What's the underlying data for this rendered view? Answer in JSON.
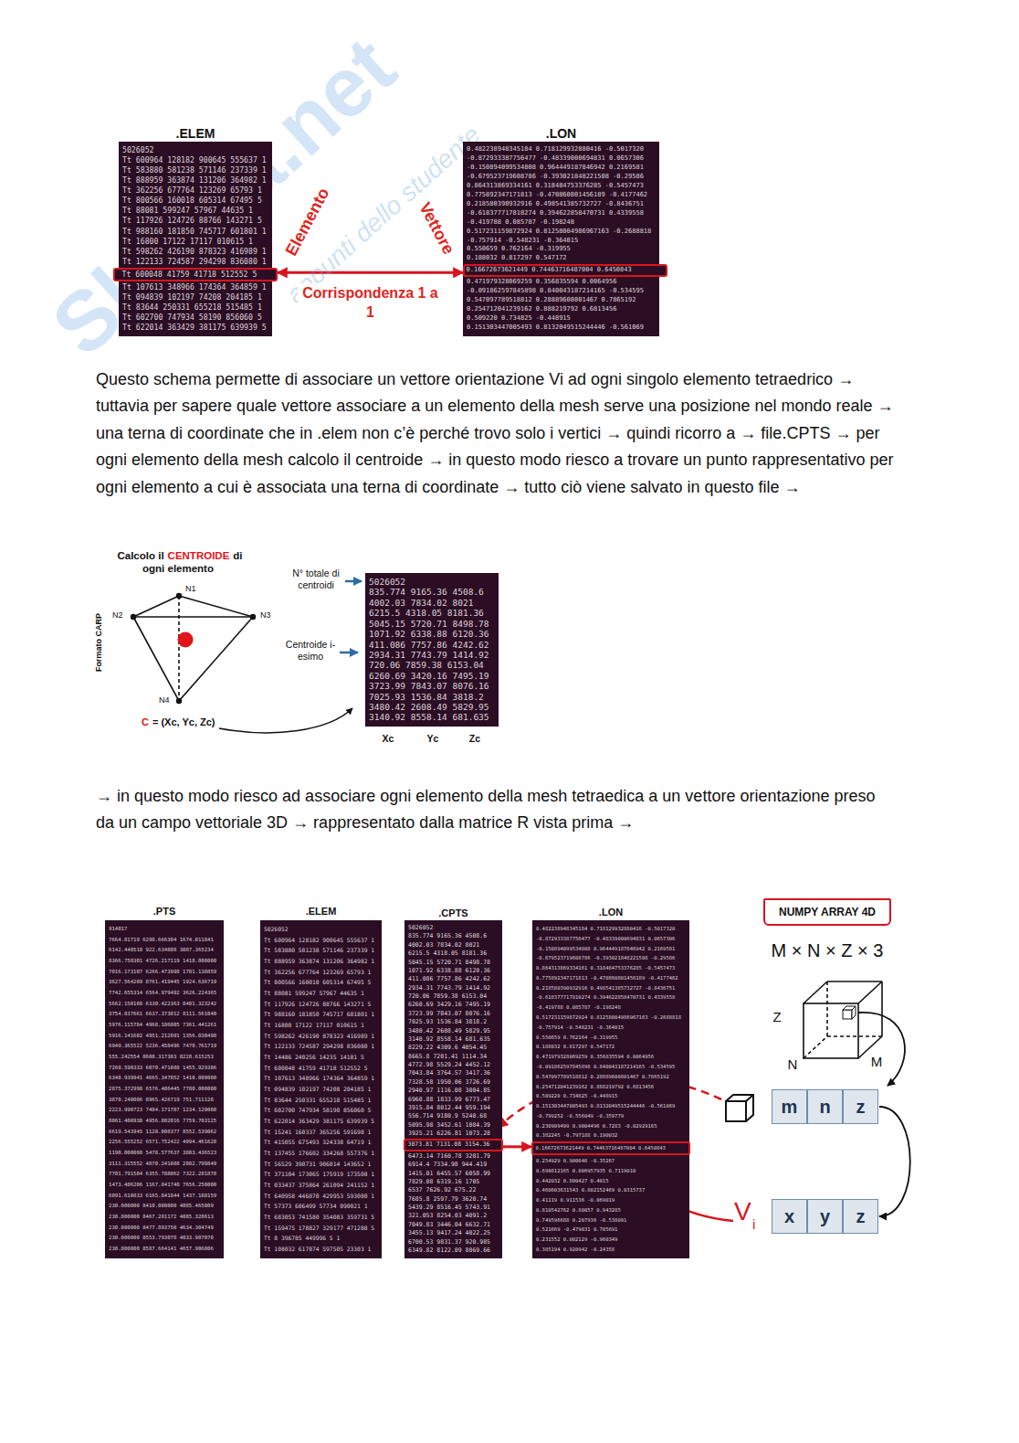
{
  "diagram": {
    "nodes": [
      {
        "text": [
          ".ELEM",
          "5026052",
          "Tt 600964 128182 900645 555637 1",
          "Tt 583880 581238 571146 237339 1",
          "Tt 888959 363874 131206 364982 1",
          "Tt 362256 677764 123269 65793 1",
          "Tt 800566 160018 605314 67495 5",
          "Tt 88081 599247 57967 44635 1",
          "Tt 117926 124726 88766 143271 5",
          "Tt 988160 181850 745717 601801 1",
          "Tt 16800 17122 17117 010615 1",
          "Tt 598262 426190 878323 416989 1",
          "Tt 122133 724587 294298 836080 1",
          "Tt 107613 348966 174364 364859 1",
          "Tt 094839 102197 74208 204185 1",
          "Tt 83644 250331 655218 515485 1",
          "Tt 602700 747934 58190 856060 5",
          "Tt 622014 363429 381175 639939 5"
        ]
      },
      {
        "text": [
          "Tt 600048 41759 41718 512552 5"
        ],
        "in": 0
      },
      {
        "text": [
          ".LON",
          "0.482238948345184 0.718129932880416 -0.5017320",
          "-0.872933387756477 -0.48339000694831 0.0657306",
          "-0.150894099534808 0.964449187846942 0.2169581",
          "-0.679523719608786 -0.393021848221508 -0.29586",
          "0.864313869334161 0.318484753376285 -0.5457473",
          "0.775892347171813 -0.470860801456189 -0.4177462",
          "0.218580390932916 0.498541385732727 -0.8436751",
          "-0.618377717810274 0.394622858470731 0.4339558",
          "-0.419788 0.085787 -0.198248",
          "0.517231159872924 0.81258004986967163 -0.2688818",
          "-0.757914 -0.548231 -0.364015",
          "0.550659 0.762164 -0.319955",
          "0.188032 0.817297 0.547172",
          "0.471979328069259 0.356835594 0.0064956",
          "-0.091862597845898 0.840043187214165 -0.534595",
          "0.547097789518812 0.28889600801467 0.7865192",
          "0.254712041239162 0.888219792 0.6813456",
          "0.509220 0.734825 -0.448915",
          "0.151303447005493 0.8132049515244446 -0.561069"
        ]
      },
      {
        "text": [
          "0.16672673621449 0.74463716487004 0.6450843"
        ],
        "in": 2
      },
      {
        "text": [
          "5026052",
          "835.774 9165.36 4508.6",
          "4002.03 7834.02 8021",
          "6215.5 4318.05 8181.36",
          "5045.15 5720.71 8498.78",
          "1071.92 6338.88 6120.36",
          "411.086 7757.86 4242.62",
          "2934.31 7743.79 1414.92",
          "720.06 7859.38 6153.04",
          "6260.69 3420.16 7495.19",
          "3723.99 7843.07 8076.16",
          "7025.93 1536.84 3818.2",
          "3480.42 2608.49 5829.95",
          "3140.92 8558.14 681.635"
        ]
      },
      {
        "text": [
          ".PTS",
          "914017",
          "7664.81719 6298.666304 1674.011841",
          "6142.440518 922.634808 3087.365234",
          "8366.758301 4726.217119 1418.000000",
          "7016.173107 6266.473998 1781.138859",
          "3627.564209 8761.419445 1924.636719",
          "7742.655314 6564.979492 3626.224365",
          "5662.150108 6330.422363 8401.323242",
          "3754.837661 6637.373012 8111.561040",
          "5976.115784 4968.186005 7361.441261",
          "5916.141602 4951.212891 1356.030498",
          "6949.365522 5236.458496 7470.761719",
          "555.242554 8600.317383 8228.615253",
          "7260.590333 6070.471088 1455.929386",
          "6340.939941 4665.347852 1410.000000",
          "2875.372998 6576.486445 7780.000000",
          "3870.240006 8965.426719 751.711128",
          "2223.990723 7484.171787 1234.120008",
          "8061.400938 4956.802016 7759.703125",
          "6619.543945 1128.008377 8552.539062",
          "2256.555252 6571.752422 4094.461628",
          "1190.000000 5478.577637 3803.436523",
          "3111.315552 4870.241088 2082.799849",
          "7701.791504 6355.788062 7322.281878",
          "1473.486206 1167.841748 7656.250000",
          "6091.610833 6165.841844 1437.188159",
          "230.000000 8410.000000 4085.465009",
          "230.000000 8467.281172 4085.328613",
          "230.000000 8477.893750 4634.304749",
          "230.000000 8553.793078 4033.907070",
          "230.000000 8587.664141 4657.906006"
        ]
      },
      {
        "text": [
          ".ELEM",
          "5026052",
          "Tt 600964 128182 900645 555637 1",
          "Tt 583880 581238 571146 237339 1",
          "Tt 888959 363874 131206 364982 1",
          "Tt 362256 677764 123269 65793 1",
          "Tt 800566 160018 605314 67495 5",
          "Tt 88081 599247 57967 44635 1",
          "Tt 117926 124726 88766 143271 5",
          "Tt 988160 181850 745717 601801 1",
          "Tt 16800 17122 17117 010615 1",
          "Tt 598262 426190 878323 416989 1",
          "Tt 122133 724587 294298 836080 1",
          "Tt 14486 240256 14235 14181 5",
          "Tt 600048 41759 41718 512552 5",
          "Tt 107613 348966 174364 364859 1",
          "Tt 094839 102197 74208 204185 1",
          "Tt 83644 250331 655218 515485 1",
          "Tt 602700 747934 58190 856060 5",
          "Tt 622014 363429 381175 639939 5",
          "Tt 15241 160337 365256 591698 1",
          "Tt 415055 675493 324338 64719 1",
          "Tt 137455 176602 334268 557376 1",
          "Tt 56529 390731 906014 143652 1",
          "Tt 371104 173065 175919 173508 1",
          "Tt 033437 375864 261094 241152 1",
          "Tt 640958 446070 429953 593080 1",
          "Tt 57373 606499 57734 090021 1",
          "Tt 683053 741580 354083 359731 5",
          "Tt 159475 178827 329177 471288 5",
          "Tt 8 396785 449996 5 1",
          "Tt 108032 617074 597505 23303 1"
        ]
      },
      {
        "text": [
          ".CPTS",
          "5026052",
          "835.774 9165.36 4508.6",
          "4002.03 7834.02 8021",
          "6215.5 4318.05 8181.36",
          "5045.15 5720.71 8498.78",
          "1071.92 6338.88 6120.36",
          "411.086 7757.86 4242.62",
          "2934.31 7743.79 1414.92",
          "720.06 7859.38 6153.04",
          "6260.69 3429.16 7495.19",
          "3723.99 7843.07 8076.16",
          "7025.93 1536.84 3818.2",
          "3480.42 2608.49 5829.95",
          "3140.92 8558.14 681.635",
          "8229.22 4309.6 4054.45",
          "8665.8 7201.41 1114.34",
          "4772.98 5529.24 4452.12",
          "7043.84 3764.57 3417.36",
          "7328.58 1950.06 3726.69",
          "2940.97 1116.08 3004.85",
          "6960.88 1833.99 6773.47",
          "3915.84 8012.44 959.194",
          "556.714 9180.9 5240.68",
          "5095.98 3452.61 1084.39",
          "3925.21 6226.81 1073.28",
          "6473.14 7160.78 3201.79",
          "6914.4 7334.98 944.419",
          "1415.01 6455.57 6058.99",
          "7829.08 6319.16 1705",
          "6537 7626.92 675.22",
          "7685.8 2597.79 3620.74",
          "5439.29 8516.45 5743.91",
          "321.053 8254.03 4091.2",
          "7049.83 3446.04 6632.71",
          "3455.13 9417.24 4022.25",
          "6700.53 9831.37 920.985",
          "6349.82 8122.09 8069.66"
        ]
      },
      {
        "text": [
          "3073.81 7131.08 3154.36"
        ],
        "in": 7
      },
      {
        "text": [
          ".LON",
          "0.482238948345184 0.718129932880416 -0.5017320",
          "-0.872933387756477 -0.48339000694831 0.0657306",
          "-0.150894099534808 0.964449187846942 0.2169581",
          "-0.679523719608786 -0.393021848221508 -0.29586",
          "0.864313869334161 0.318484753376285 -0.5457473",
          "0.775892347171813 -0.470860801456189 -0.4177462",
          "0.218580390932916 0.498541385732727 -0.8436751",
          "-0.618377717810274 0.394622858470731 0.4339558",
          "-0.419788 0.085787 -0.198248",
          "0.517231159872924 0.81258004986967163 -0.2688818",
          "-0.757914 -0.548231 -0.364015",
          "0.550659 0.762164 -0.319955",
          "0.188032 0.817297 0.547172",
          "0.471979328069259 0.356835594 0.0064956",
          "-0.091862597845898 0.840043187214165 -0.534595",
          "0.547097789518812 0.28889600801467 0.7865192",
          "0.254712041239162 0.888219792 0.6813456",
          "0.509220 0.734825 -0.448915",
          "0.151303447005493 0.8132049515244446 -0.561069",
          "-0.799252 -0.556049 -0.359779",
          "0.230909499 0.9004496 0.7283 -0.02929165",
          "0.382245 -0.797188 0.190032",
          "0.254929 0.900646 -0.35267",
          "0.690812165 0.006957935 0.7119010",
          "0.442032 0.800427 0.4015",
          "0.460603631543 0.802152469 0.0315737",
          "0.41119 0.911536 -0.069019",
          "0.810542762 0.80057 0.943285",
          "0.749596688 0.207936 -0.538091",
          "0.521669 -0.479031 0.705691",
          "0.231552 0.002129 -0.960349",
          "0.385194 0.920942 -0.24358"
        ]
      },
      {
        "text": [
          "0.16672673621449 0.74463716487004 0.6450843"
        ],
        "in": 9
      },
      {
        "text": [
          "NUMPY ARRAY 4D"
        ]
      },
      {
        "text": [
          "m"
        ]
      },
      {
        "text": [
          "n"
        ]
      },
      {
        "text": [
          "z"
        ]
      },
      {
        "text": [
          "x"
        ]
      },
      {
        "text": [
          "y"
        ]
      },
      {
        "text": [
          "z"
        ]
      }
    ],
    "edges": [
      {
        "from": 1,
        "to": 3,
        "arrow": "both",
        "label": "Corrispondenza 1 a 1"
      },
      {
        "from": 8,
        "to": 10,
        "arrow": "to"
      },
      {
        "from": 14,
        "to": 17,
        "arrow": "to"
      }
    ],
    "labels": [
      "Skuola.net",
      "appunti dello studente",
      "Elemento",
      "Vettore",
      "Questo schema permette di associare un vettore orientazione Vi ad ogni singolo elemento tetraedrico → tuttavia per sapere quale vettore associare a un elemento della mesh serve una posizione nel mondo reale → una terna di coordinate che in .elem non c’è perché trovo solo i vertici → quindi ricorro a → file.CPTS → per ogni elemento della mesh calcolo il centroide → in questo modo riesco a trovare un punto rappresentativo per ogni elemento a cui è associata una terna di coordinate → tutto ciò viene salvato in questo file →",
      "Calcolo il",
      "CENTROIDE",
      "di ogni elemento",
      "N1",
      "N2",
      "N3",
      "N4",
      "Formato CARP",
      "N° totale di centroidi",
      "Centroide i-esimo",
      "C",
      "= (Xc, Yc, Zc)",
      "Xc",
      "Yc",
      "Zc",
      "→ in questo modo riesco ad associare ogni elemento della mesh tetraedica a un vettore orientazione preso da un campo vettoriale 3D → rappresentato dalla matrice R vista prima →",
      "M × N × Z × 3",
      "Z",
      "N",
      "M",
      "V",
      "i"
    ]
  }
}
